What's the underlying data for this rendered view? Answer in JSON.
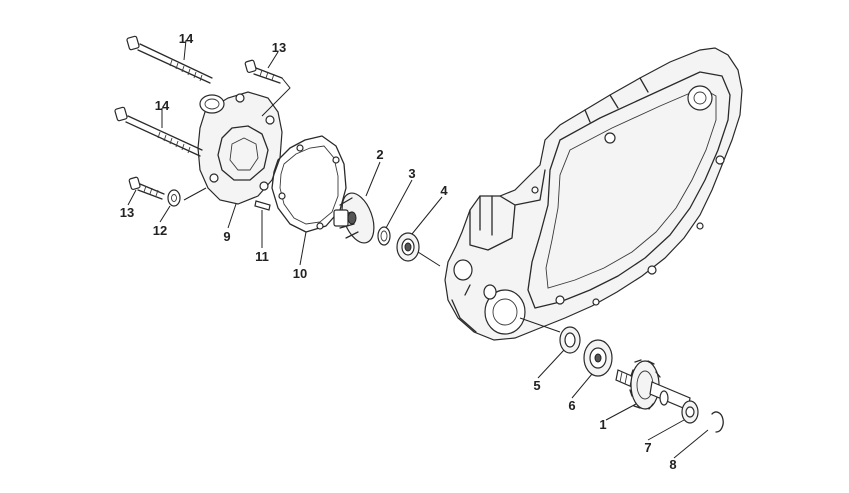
{
  "callouts": [
    {
      "id": "1",
      "text": "1"
    },
    {
      "id": "2",
      "text": "2"
    },
    {
      "id": "3",
      "text": "3"
    },
    {
      "id": "4",
      "text": "4"
    },
    {
      "id": "5",
      "text": "5"
    },
    {
      "id": "6",
      "text": "6"
    },
    {
      "id": "7",
      "text": "7"
    },
    {
      "id": "8",
      "text": "8"
    },
    {
      "id": "9",
      "text": "9"
    },
    {
      "id": "10",
      "text": "10"
    },
    {
      "id": "11",
      "text": "11"
    },
    {
      "id": "12",
      "text": "12"
    },
    {
      "id": "13a",
      "text": "13"
    },
    {
      "id": "13b",
      "text": "13"
    },
    {
      "id": "14a",
      "text": "14"
    },
    {
      "id": "14b",
      "text": "14"
    }
  ],
  "colors": {
    "line": "#2a2a2a",
    "background": "#ffffff"
  }
}
